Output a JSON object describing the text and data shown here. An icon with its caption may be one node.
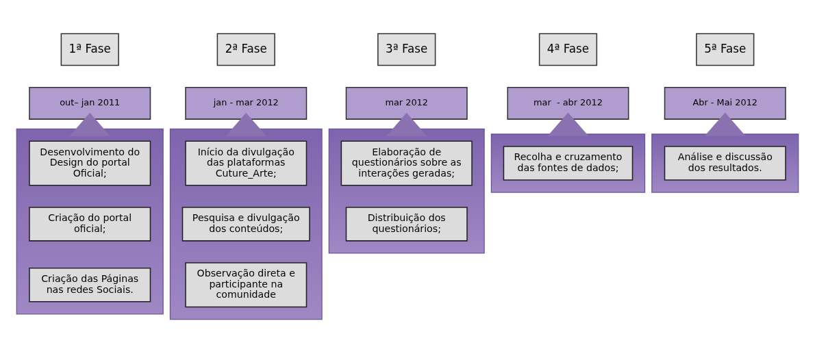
{
  "diagram": {
    "nodes": [
      {
        "text": [
          "1ª Fase"
        ]
      },
      {
        "text": [
          "out– jan 2011"
        ]
      },
      {
        "text": [],
        "shape": "box"
      },
      {
        "text": [
          "Desenvolvimento do Design do portal Oficial;"
        ],
        "in": 2
      },
      {
        "text": [
          "Criação do portal oficial;"
        ],
        "in": 2
      },
      {
        "text": [
          "Criação das Páginas nas redes Sociais."
        ],
        "in": 2
      },
      {
        "text": [
          "2ª Fase"
        ]
      },
      {
        "text": [
          "jan - mar 2012"
        ]
      },
      {
        "text": [],
        "shape": "box"
      },
      {
        "text": [
          "Início da divulgação das plataformas Cuture_Arte;"
        ],
        "in": 8
      },
      {
        "text": [
          "Pesquisa e divulgação dos conteúdos;"
        ],
        "in": 8
      },
      {
        "text": [
          "Observação direta e participante na comunidade"
        ],
        "in": 8
      },
      {
        "text": [
          "3ª Fase"
        ]
      },
      {
        "text": [
          "mar 2012"
        ]
      },
      {
        "text": [],
        "shape": "box"
      },
      {
        "text": [
          "Elaboração de questionários sobre as interações geradas;"
        ],
        "in": 14
      },
      {
        "text": [
          "Distribuição dos questionários;"
        ],
        "in": 14
      },
      {
        "text": [
          "4ª Fase"
        ]
      },
      {
        "text": [
          "mar  - abr 2012"
        ]
      },
      {
        "text": [],
        "shape": "box"
      },
      {
        "text": [
          "Recolha e cruzamento das fontes de dados;"
        ],
        "in": 19
      },
      {
        "text": [
          "5ª Fase"
        ]
      },
      {
        "text": [
          "Abr - Mai 2012"
        ]
      },
      {
        "text": [],
        "shape": "box"
      },
      {
        "text": [
          "Análise e discussão dos resultados."
        ],
        "in": 23
      }
    ],
    "edges": [
      {
        "from": 2,
        "to": 1,
        "arrow": "to"
      },
      {
        "from": 8,
        "to": 7,
        "arrow": "to"
      },
      {
        "from": 14,
        "to": 13,
        "arrow": "to"
      },
      {
        "from": 19,
        "to": 18,
        "arrow": "to"
      },
      {
        "from": 23,
        "to": 22,
        "arrow": "to"
      }
    ]
  }
}
